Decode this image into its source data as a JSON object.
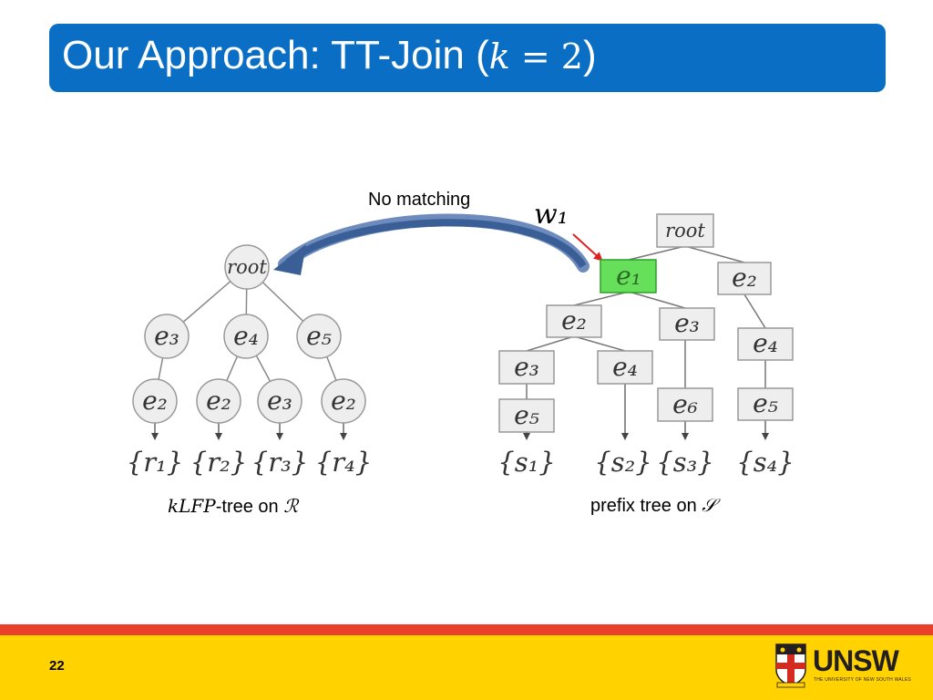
{
  "slide": {
    "title_prefix": "Our Approach: TT-Join (",
    "title_math_var": "k",
    "title_math_eq": " = ",
    "title_math_num": "2",
    "title_suffix": ")",
    "page_number": "22"
  },
  "annotations": {
    "no_matching": "No matching",
    "w1": "w₁"
  },
  "left_tree": {
    "caption_math": "kLFP",
    "caption_text": "-tree on ",
    "caption_set": "ℛ",
    "root": "root",
    "level1": [
      "e₃",
      "e₄",
      "e₅"
    ],
    "level2": [
      "e₂",
      "e₂",
      "e₃",
      "e₂"
    ],
    "leaves": [
      "{r₁}",
      "{r₂}",
      "{r₃}",
      "{r₄}"
    ]
  },
  "right_tree": {
    "caption_text": "prefix tree on ",
    "caption_set": "𝒮",
    "root": "root",
    "highlighted": "e₁",
    "nodes": [
      "e₂",
      "e₂",
      "e₃",
      "e₃",
      "e₄",
      "e₄",
      "e₅",
      "e₆",
      "e₅"
    ],
    "leaves": [
      "{s₁}",
      "{s₂}",
      "{s₃}",
      "{s₄}"
    ]
  },
  "colors": {
    "title_bar": "#0a6fc4",
    "highlight_node": "#66e05a",
    "arrow": "#3a5f96",
    "pointer_arrow": "#e02020",
    "footer_red": "#e8402a",
    "footer_yellow": "#ffd200"
  },
  "logo": {
    "wordmark": "UNSW",
    "subtitle": "THE UNIVERSITY OF NEW SOUTH WALES"
  }
}
